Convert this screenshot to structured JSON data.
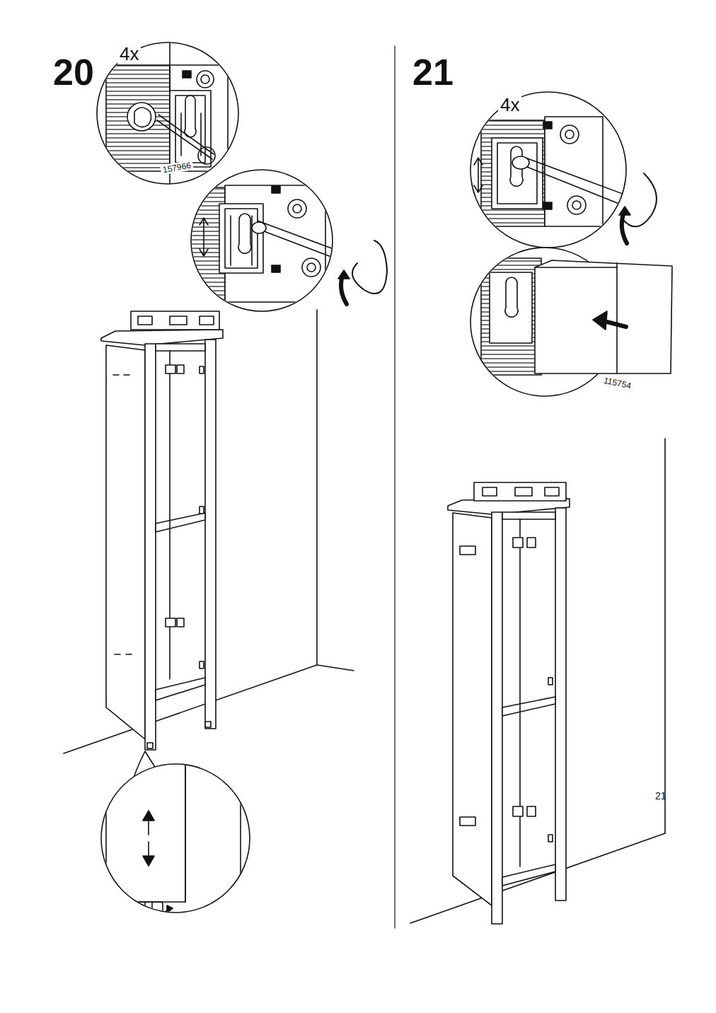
{
  "diagram": {
    "labels": [
      "20",
      "4x",
      "157966",
      "21",
      "4x",
      "115754",
      "21"
    ]
  }
}
